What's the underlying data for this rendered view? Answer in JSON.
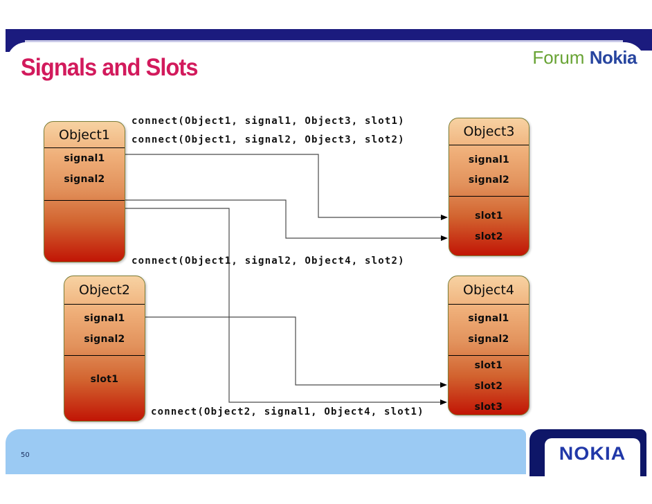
{
  "slide": {
    "title": "Signals and Slots",
    "page_number": "50",
    "brand": {
      "forum": "Forum",
      "nokia": "Nokia",
      "logo_text": "NOKIA"
    },
    "colors": {
      "accent_magenta": "#d21a5c",
      "header_navy": "#1b1b7e",
      "header_lavender": "#cacae8",
      "footer_light_blue": "#9bcaf3",
      "forum_green": "#68a334",
      "nokia_blue": "#27459f",
      "box_border_olive": "#7c7c34",
      "box_gradient_top": "#f7d2a2",
      "box_gradient_bottom": "#c11505"
    }
  },
  "diagram": {
    "objects": [
      {
        "name": "Object1",
        "signals": [
          "signal1",
          "signal2"
        ],
        "slots": []
      },
      {
        "name": "Object2",
        "signals": [
          "signal1",
          "signal2"
        ],
        "slots": [
          "slot1"
        ]
      },
      {
        "name": "Object3",
        "signals": [
          "signal1",
          "signal2"
        ],
        "slots": [
          "slot1",
          "slot2"
        ]
      },
      {
        "name": "Object4",
        "signals": [
          "signal1",
          "signal2"
        ],
        "slots": [
          "slot1",
          "slot2",
          "slot3"
        ]
      }
    ],
    "connections": [
      "connect(Object1, signal1, Object3, slot1)",
      "connect(Object1, signal2, Object3, slot2)",
      "connect(Object1, signal2, Object4, slot2)",
      "connect(Object2, signal1, Object4, slot1)"
    ]
  }
}
